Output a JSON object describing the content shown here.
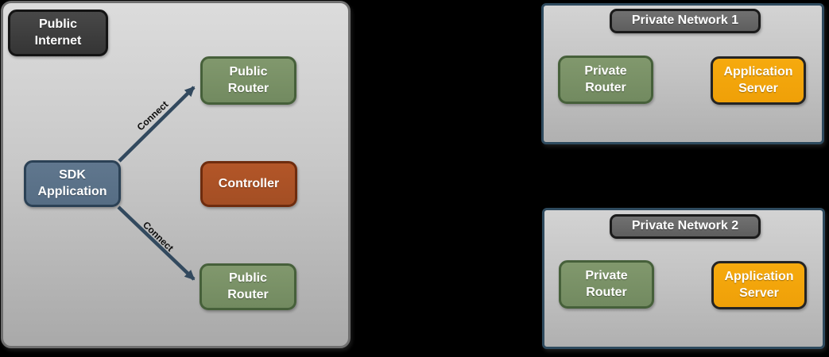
{
  "colors": {
    "background": "#000000",
    "arrow": "#32495e",
    "node_green": "#7b9268",
    "node_blue": "#5b7289",
    "node_rust": "#ad5229",
    "node_orange": "#f3a30d",
    "node_dark": "#3e3e3e",
    "node_gray_label": "#686868",
    "private_zone_border": "#2e4a5e"
  },
  "internet_group": {
    "label": "Public\nInternet",
    "router_top": "Public\nRouter",
    "sdk_application": "SDK\nApplication",
    "controller": "Controller",
    "router_bottom": "Public\nRouter",
    "edge_top_label": "Connect",
    "edge_bottom_label": "Connect"
  },
  "private_network_1": {
    "title": "Private Network 1",
    "router": "Private\nRouter",
    "server": "Application\nServer"
  },
  "private_network_2": {
    "title": "Private Network 2",
    "router": "Private\nRouter",
    "server": "Application\nServer"
  }
}
